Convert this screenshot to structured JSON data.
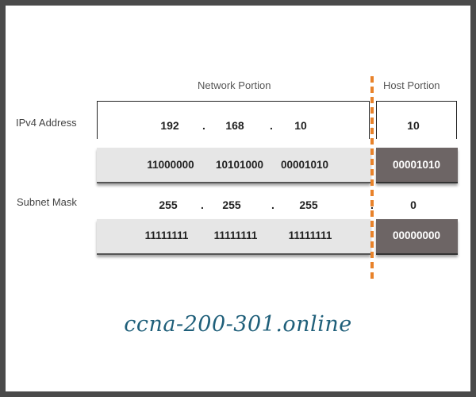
{
  "labels": {
    "network_portion": "Network Portion",
    "host_portion": "Host Portion",
    "ipv4_address": "IPv4 Address",
    "subnet_mask": "Subnet Mask"
  },
  "ipv4": {
    "octets": [
      "192",
      "168",
      "10",
      "10"
    ],
    "dot": ".",
    "binary_network": [
      "11000000",
      "10101000",
      "00001010"
    ],
    "binary_host": "00001010"
  },
  "mask": {
    "octets": [
      "255",
      "255",
      "255",
      "0"
    ],
    "dot": ".",
    "binary_network": [
      "11111111",
      "11111111",
      "11111111"
    ],
    "binary_host": "00000000"
  },
  "watermark": "ccna-200-301.online",
  "colors": {
    "divider": "#e8822a",
    "host_box": "#6d6565",
    "binary_box": "#e6e6e6",
    "watermark": "#1f5f7a"
  }
}
